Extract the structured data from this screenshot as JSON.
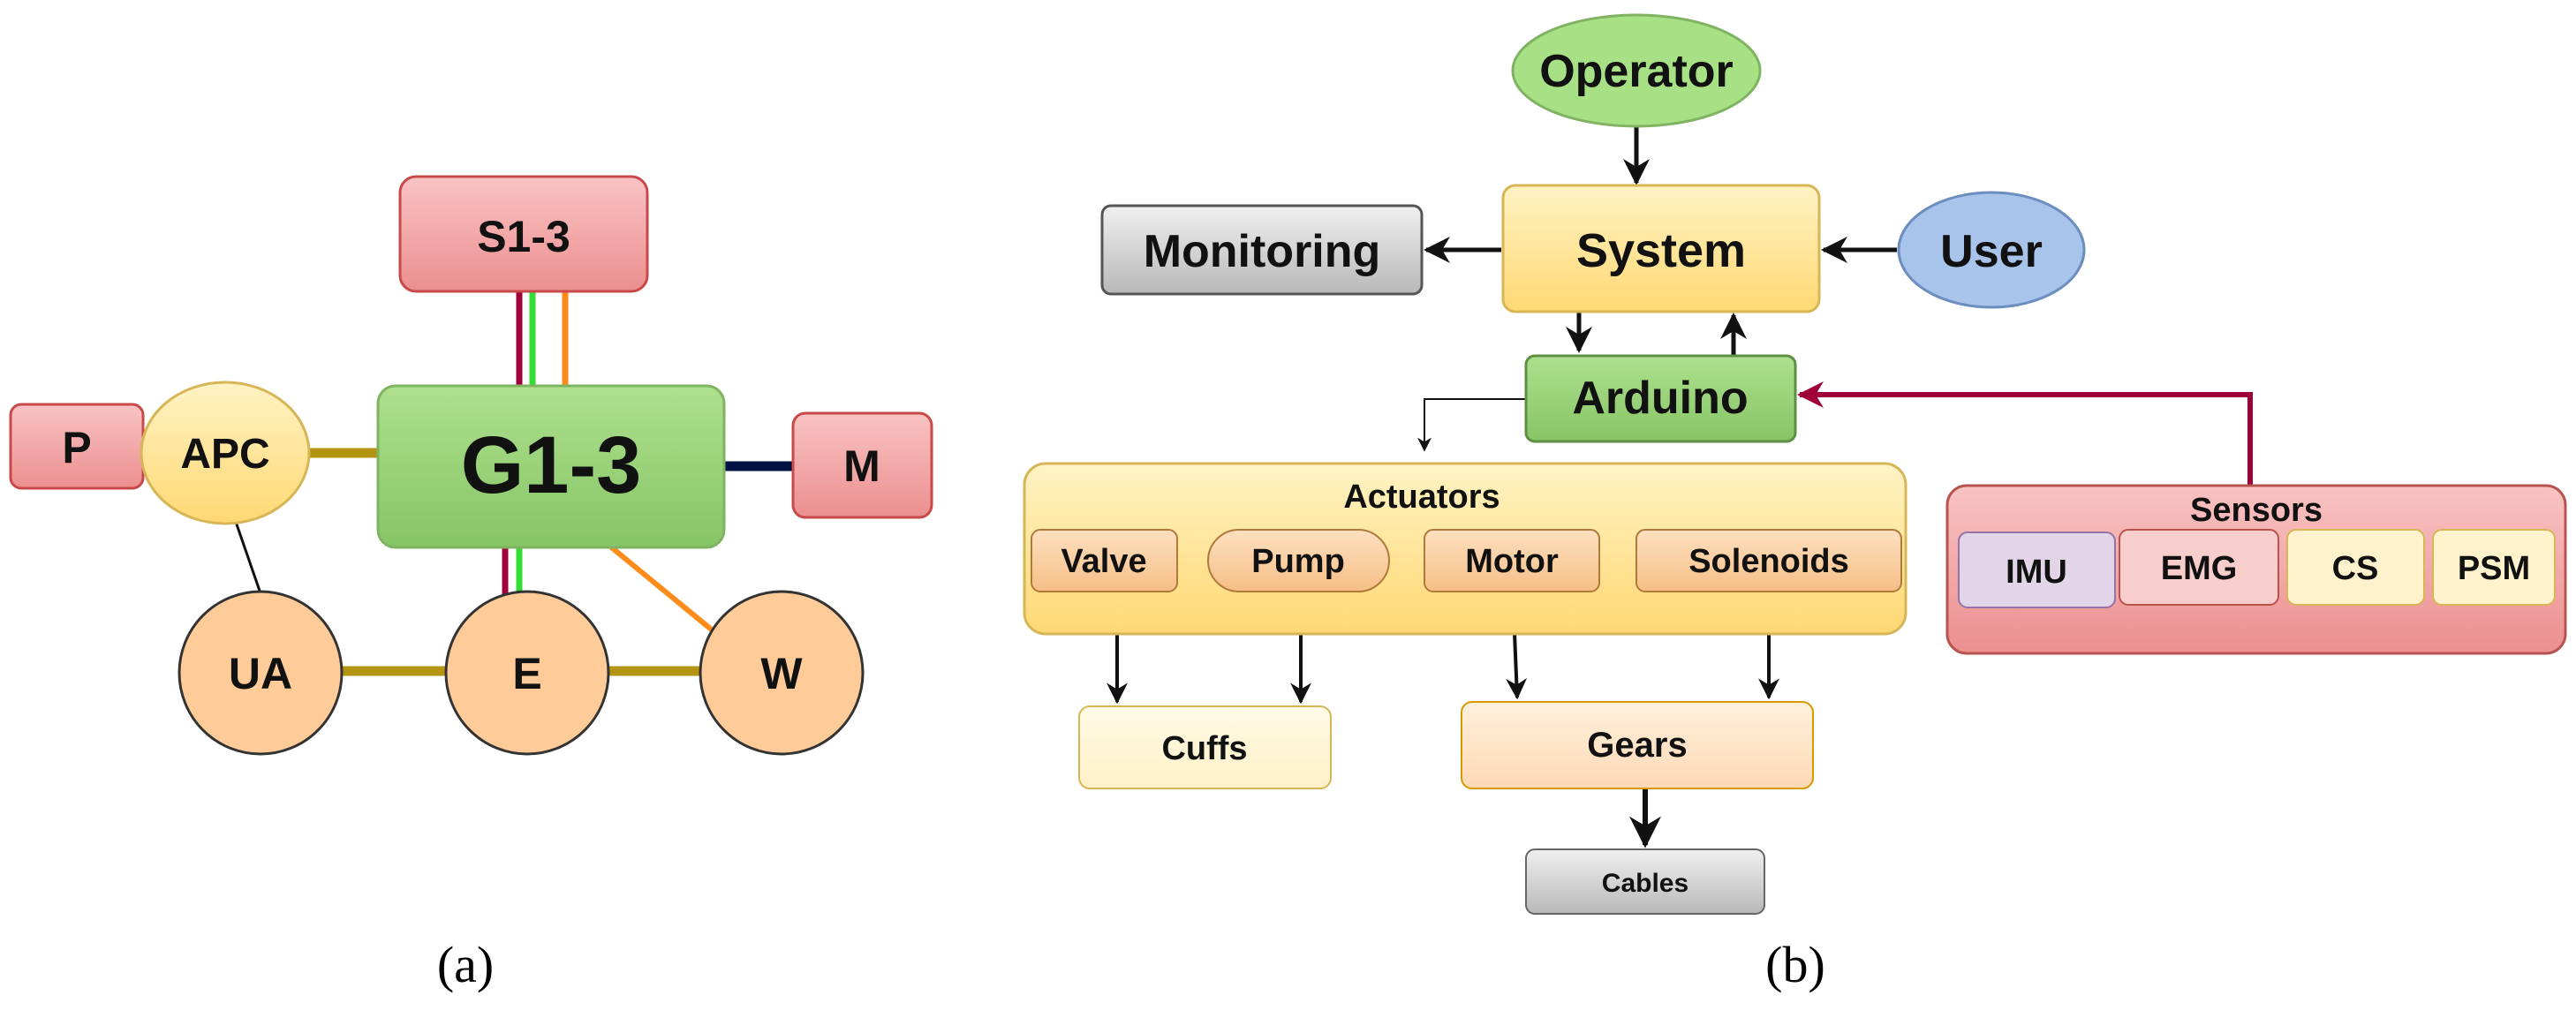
{
  "panel_a": {
    "caption": "(a)",
    "nodes": {
      "s13": "S1-3",
      "g13": "G1-3",
      "p": "P",
      "apc": "APC",
      "m": "M",
      "ua": "UA",
      "e": "E",
      "w": "W"
    },
    "colors": {
      "red_box_fill": "#f4a6a6",
      "red_box_stroke": "#c8494a",
      "green_box_fill": "#97d077",
      "green_box_stroke": "#7fb361",
      "apc_fill": "#ffe599",
      "apc_stroke": "#d6b656",
      "joint_fill": "#ffcc99",
      "joint_stroke": "#333333",
      "link_olive": "#b39413",
      "link_maroon": "#a0003a",
      "link_green": "#33dd33",
      "link_orange": "#ff8c1a",
      "link_navy": "#001144"
    }
  },
  "panel_b": {
    "caption": "(b)",
    "nodes": {
      "operator": "Operator",
      "system": "System",
      "monitoring": "Monitoring",
      "user": "User",
      "arduino": "Arduino",
      "actuators": "Actuators",
      "valve": "Valve",
      "pump": "Pump",
      "motor": "Motor",
      "solenoids": "Solenoids",
      "sensors": "Sensors",
      "imu": "IMU",
      "emg": "EMG",
      "cs": "CS",
      "psm": "PSM",
      "cuffs": "Cuffs",
      "gears": "Gears",
      "cables": "Cables"
    },
    "colors": {
      "operator_fill": "#a8e085",
      "system_fill": "#ffe8a3",
      "monitoring_fill": "#c8c8c8",
      "user_fill": "#a9c4eb",
      "arduino_fill": "#b9e08a",
      "actuators_fill": "#ffe49a",
      "actuator_item_fill": "#f8c890",
      "sensors_fill": "#ef9a9a",
      "sensor_link": "#a0003a",
      "arrow": "#111111"
    }
  }
}
